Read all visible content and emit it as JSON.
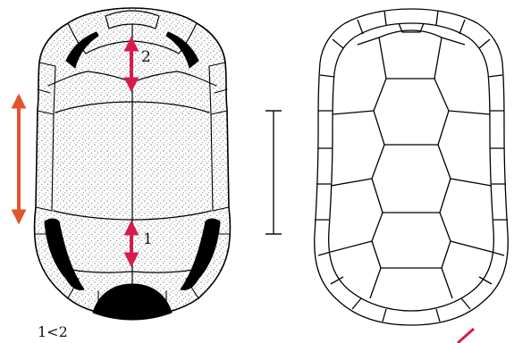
{
  "figure": {
    "labels": {
      "arrow_2": "2",
      "arrow_1": "1",
      "comparison": "1<2"
    },
    "colors": {
      "measure_arrow": "#d81b4a",
      "length_arrow": "#e2542a",
      "outline": "#000000",
      "stipple": "#8a8a8a"
    }
  }
}
